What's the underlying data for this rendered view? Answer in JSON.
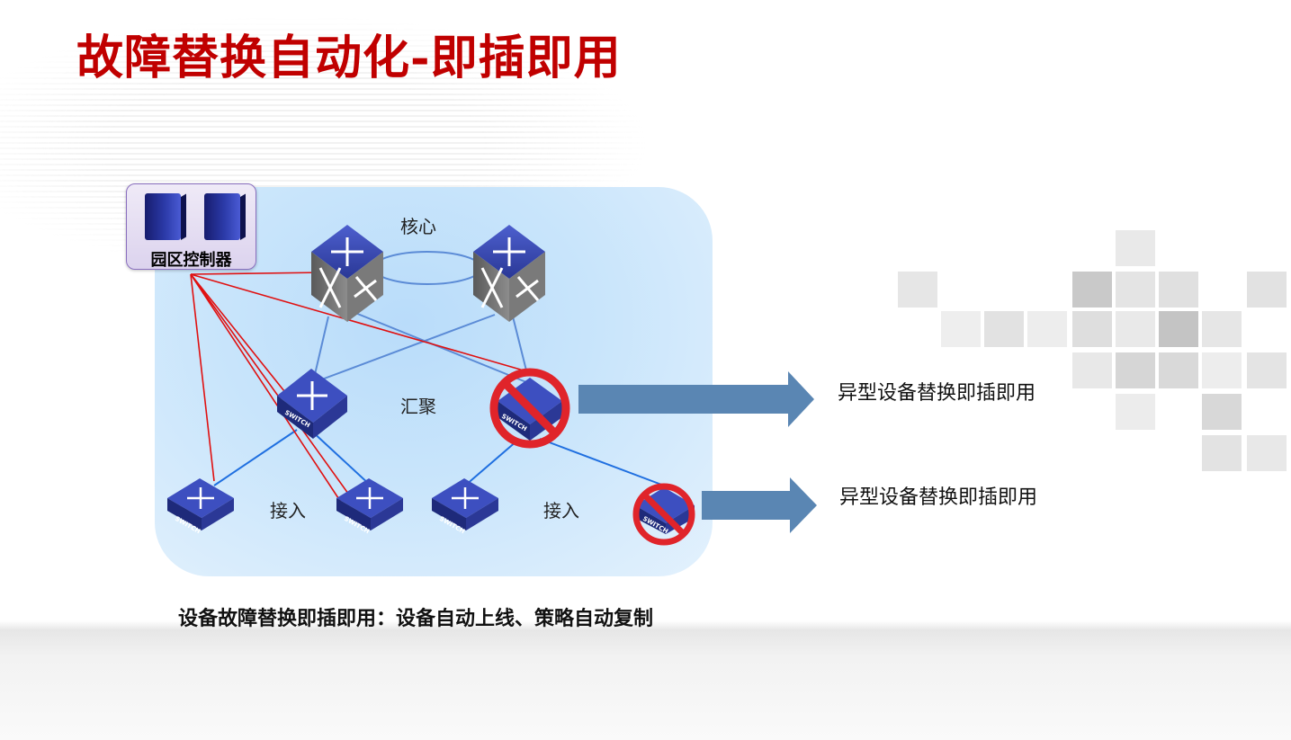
{
  "title": "故障替换自动化-即插即用",
  "controller": {
    "label": "园区控制器",
    "icon": "server-icon"
  },
  "layers": {
    "core": "核心",
    "aggregation": "汇聚",
    "access_left": "接入",
    "access_right": "接入"
  },
  "switch_text": "SWITCH",
  "arrows": [
    {
      "label": "异型设备替换即插即用"
    },
    {
      "label": "异型设备替换即插即用"
    }
  ],
  "caption": "设备故障替换即插即用：设备自动上线、策略自动复制",
  "colors": {
    "title": "#c00000",
    "control_link": "#e01010",
    "uplink": "#5b8bd6",
    "access_link": "#1f6fe0",
    "arrow": "#5a86b3",
    "switch": "#2c3a9a",
    "prohibited": "#e0242a"
  }
}
